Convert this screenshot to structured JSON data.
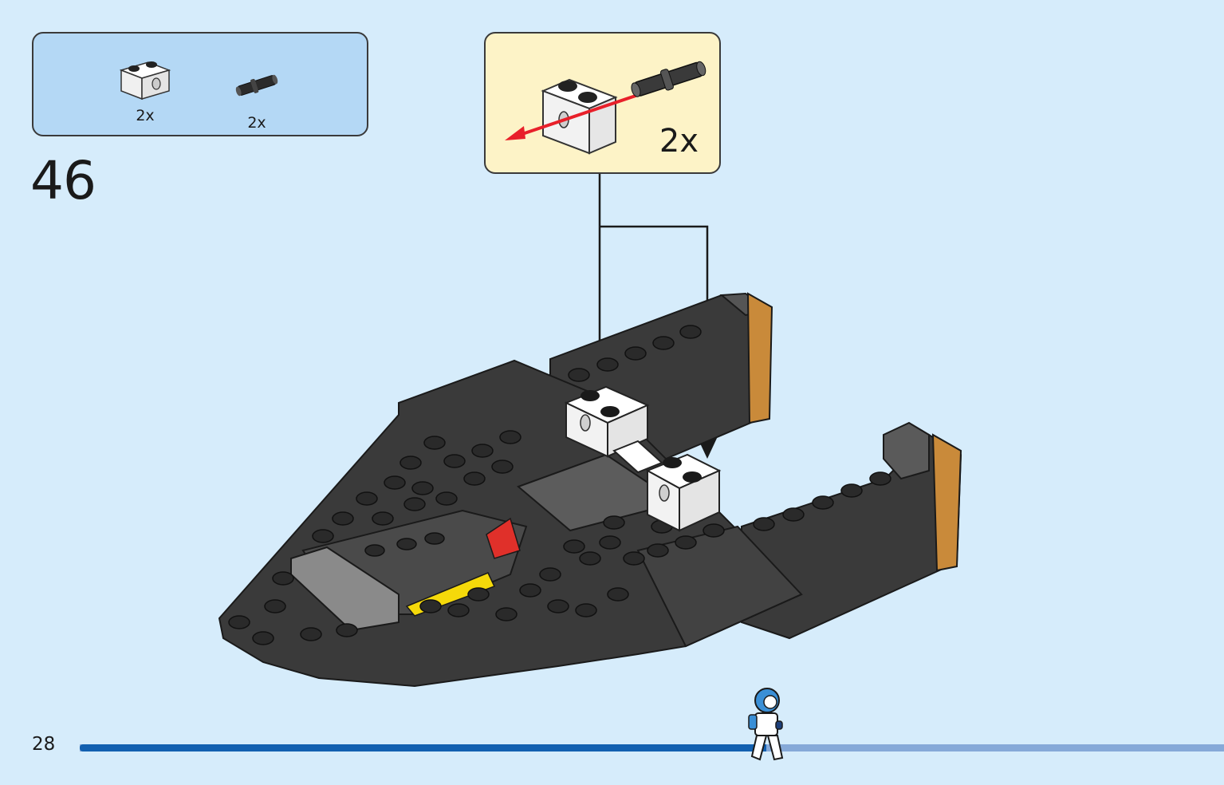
{
  "parts_list": [
    {
      "name": "technic-brick-1x2-white",
      "quantity": "2x",
      "color": "#ffffff"
    },
    {
      "name": "technic-pin-black",
      "quantity": "2x",
      "color": "#2b2b2b"
    }
  ],
  "step": {
    "number": "46"
  },
  "callout": {
    "quantity": "2x",
    "arrow_color": "#e8202a"
  },
  "page": {
    "number": "28"
  },
  "progress": {
    "fraction": 0.6
  },
  "colors": {
    "background": "#d6ecfb",
    "parts_box": "#b4d8f5",
    "callout_box": "#fdf3c7",
    "progress_fill": "#1260b0",
    "progress_track": "#86a9d8"
  }
}
